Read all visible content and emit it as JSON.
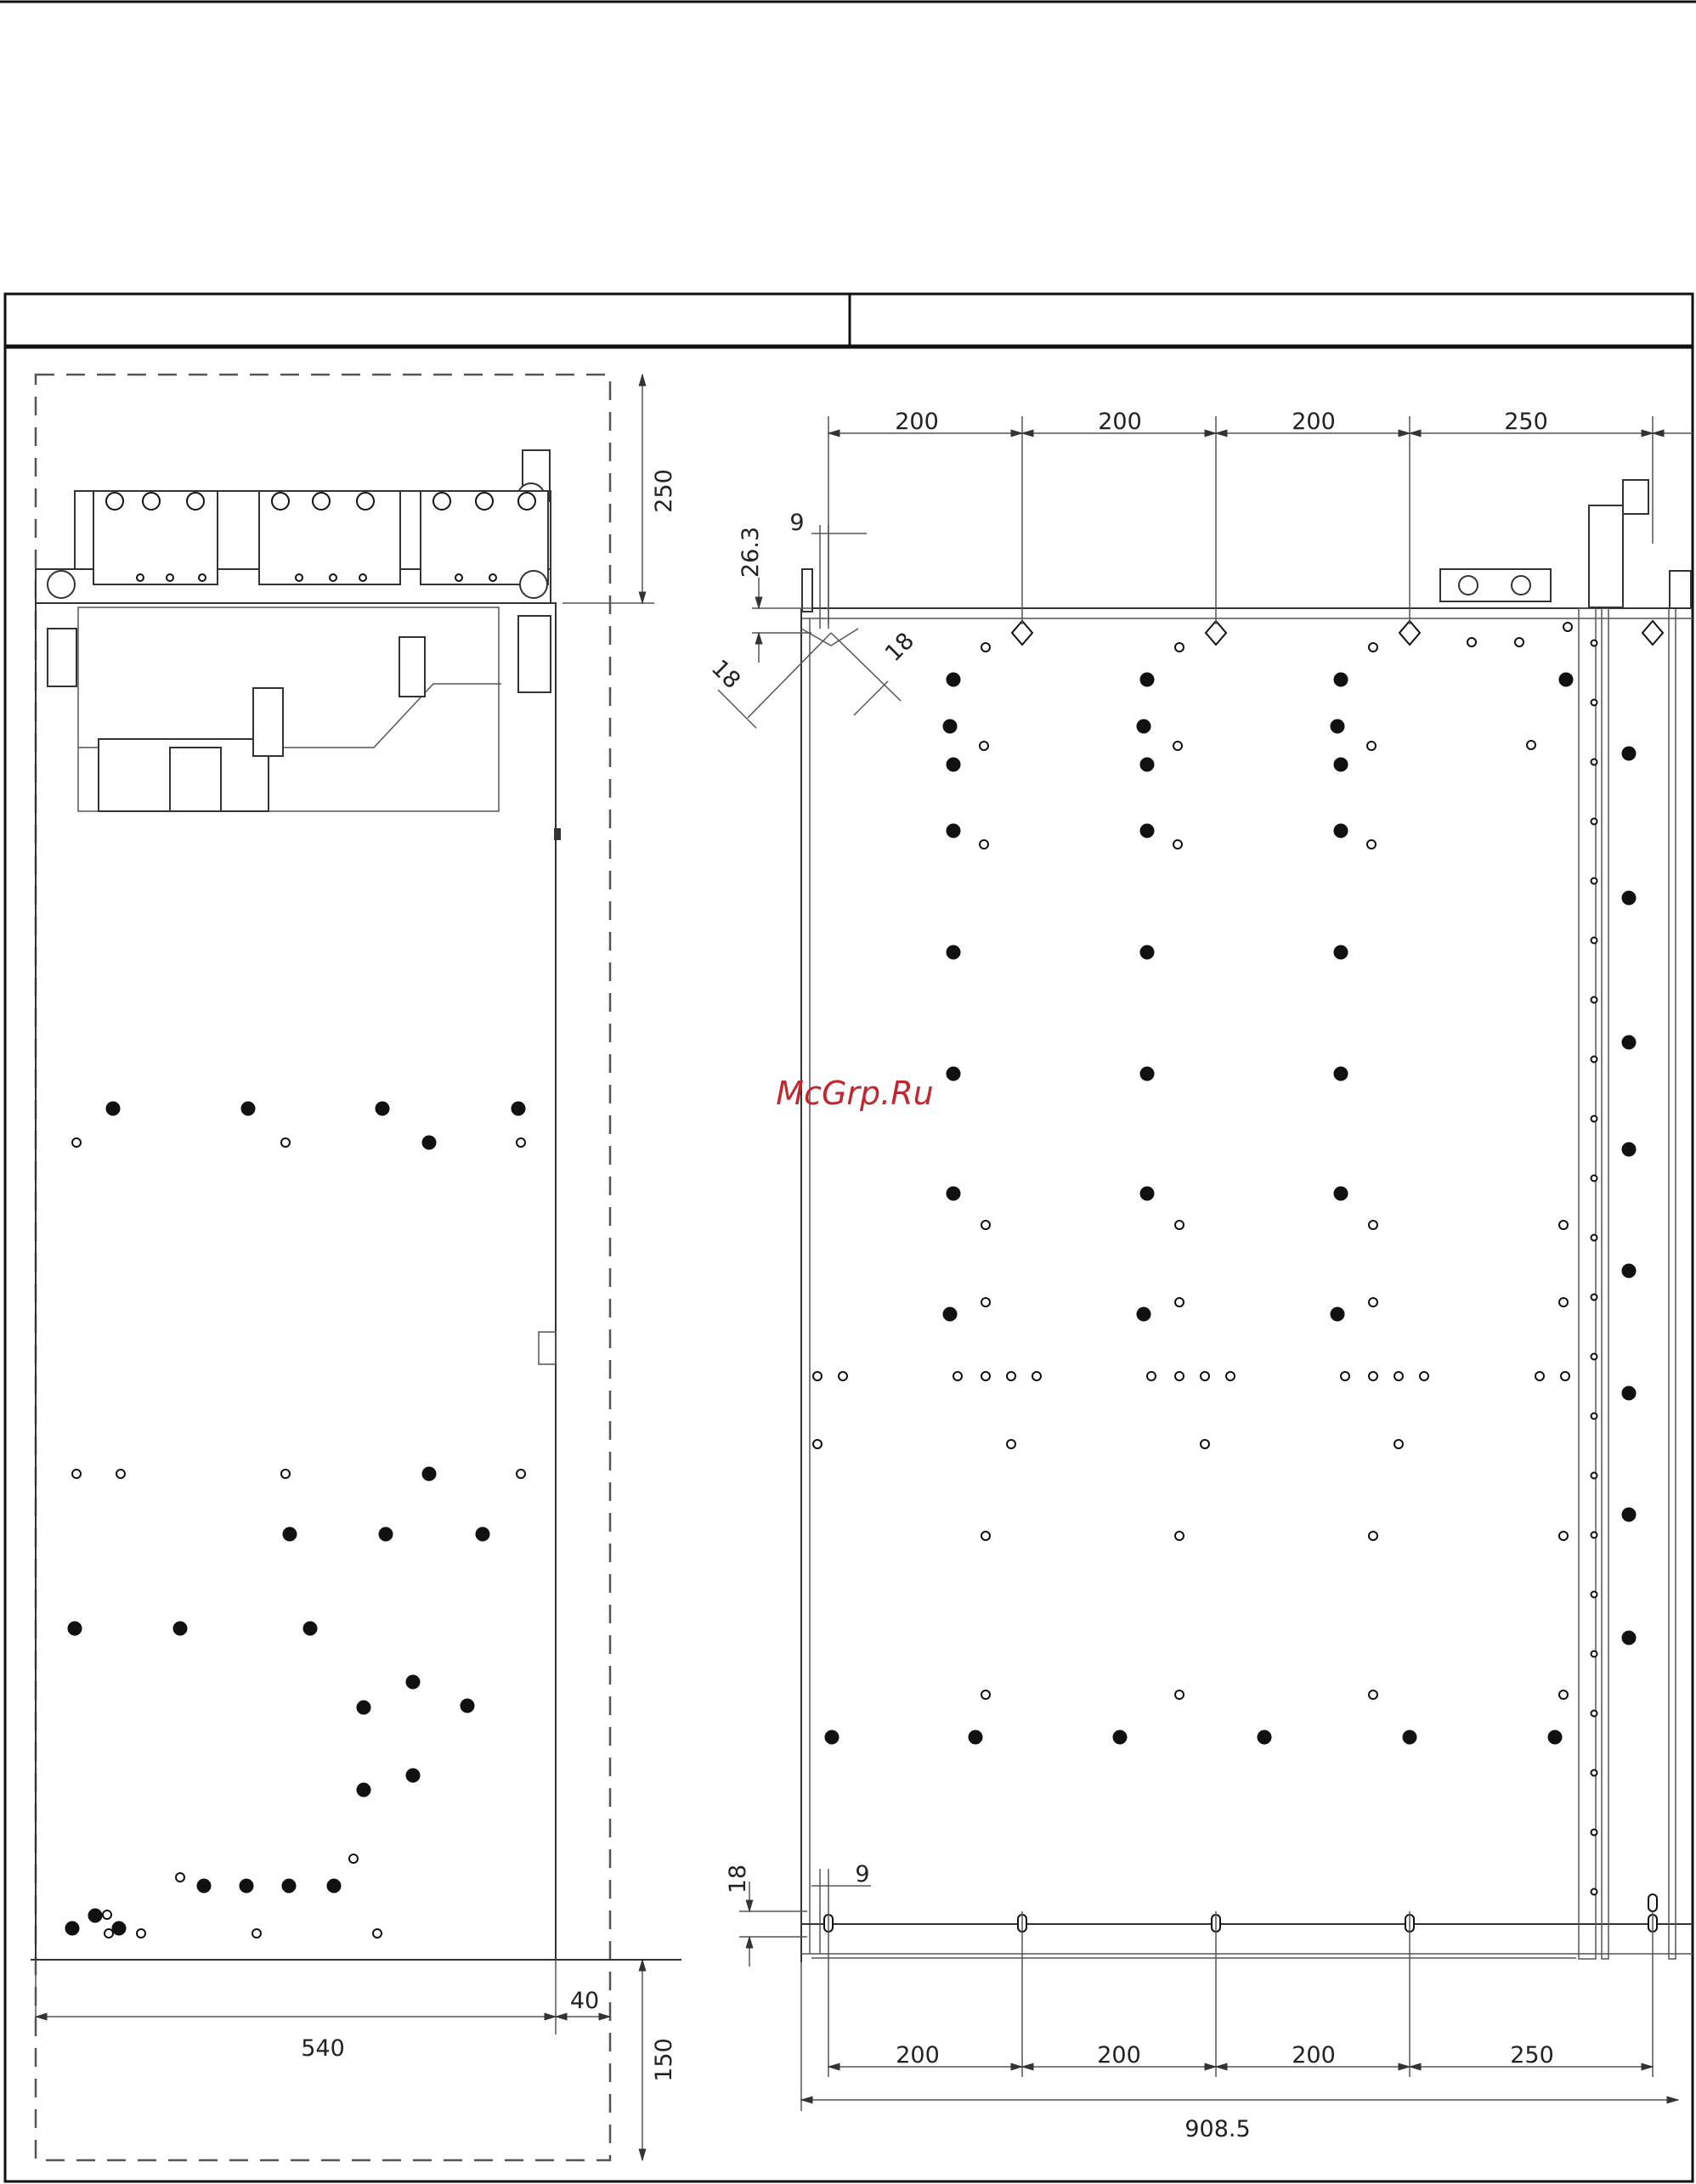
{
  "watermark": "McGrp.Ru",
  "side_view": {
    "dim_top": "250",
    "dim_bottom": "150",
    "dim_width": "540",
    "dim_rear": "40"
  },
  "front_view": {
    "dims_top": [
      "200",
      "200",
      "200",
      "250"
    ],
    "dims_bottom": [
      "200",
      "200",
      "200",
      "250"
    ],
    "dim_total": "908.5",
    "dim_9_top": "9",
    "dim_26_3": "26.3",
    "dim_18_left": "18",
    "dim_18_right": "18",
    "dim_18_bottom": "18",
    "dim_9_bottom": "9"
  }
}
